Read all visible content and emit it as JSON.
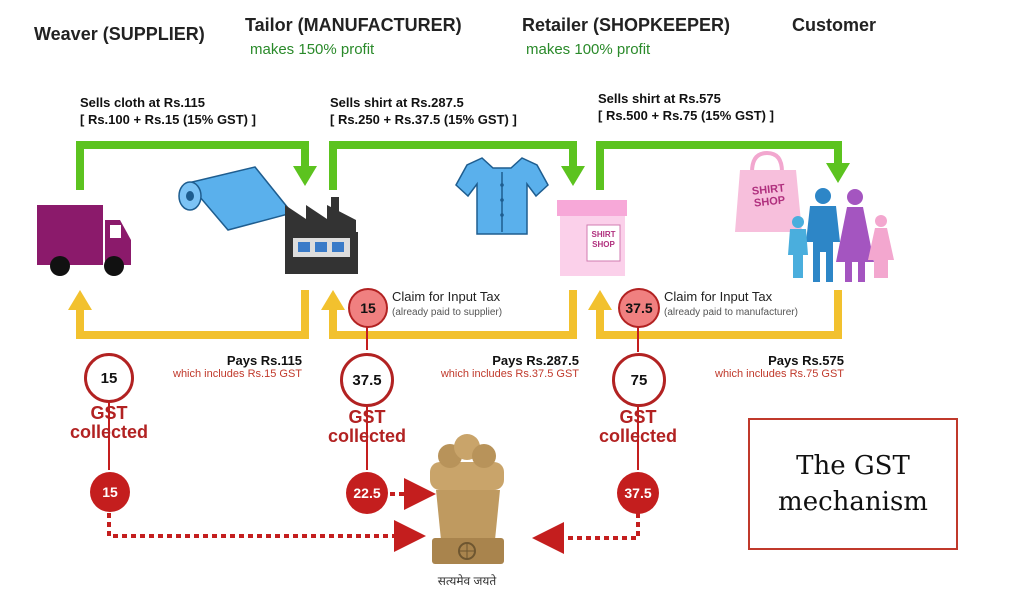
{
  "columns": [
    {
      "title": "Weaver (SUPPLIER)",
      "profit": ""
    },
    {
      "title": "Tailor (MANUFACTURER)",
      "profit": "makes 150% profit"
    },
    {
      "title": "Retailer (SHOPKEEPER)",
      "profit": "makes 100% profit"
    },
    {
      "title": "Customer",
      "profit": ""
    }
  ],
  "sales": [
    {
      "line1": "Sells cloth at Rs.115",
      "line2": "[ Rs.100 + Rs.15 (15% GST) ]"
    },
    {
      "line1": "Sells shirt at Rs.287.5",
      "line2": "[ Rs.250 + Rs.37.5 (15% GST) ]"
    },
    {
      "line1": "Sells shirt at Rs.575",
      "line2": "[ Rs.500 + Rs.75 (15% GST) ]"
    }
  ],
  "payments": [
    {
      "pays": "Pays Rs.115",
      "includes": "which includes Rs.15 GST"
    },
    {
      "pays": "Pays Rs.287.5",
      "includes": "which includes Rs.37.5 GST"
    },
    {
      "pays": "Pays Rs.575",
      "includes": "which includes Rs.75 GST"
    }
  ],
  "claims": [
    {
      "value": "15",
      "label": "Claim for Input Tax",
      "note": "(already paid to supplier)"
    },
    {
      "value": "37.5",
      "label": "Claim for Input Tax",
      "note": "(already paid to manufacturer)"
    }
  ],
  "gst_collected": [
    {
      "value": "15",
      "label1": "GST",
      "label2": "collected",
      "to_govt": "15"
    },
    {
      "value": "37.5",
      "label1": "GST",
      "label2": "collected",
      "to_govt": "22.5"
    },
    {
      "value": "75",
      "label1": "GST",
      "label2": "collected",
      "to_govt": "37.5"
    }
  ],
  "shop_sign": {
    "line1": "SHIRT",
    "line2": "SHOP"
  },
  "emblem_motto": "सत्यमेव जयते",
  "title_box": {
    "line1": "The GST",
    "line2": "mechanism"
  },
  "colors": {
    "green_arrow": "#5cc31f",
    "yellow_arrow": "#f2c12e",
    "red": "#c41e1e",
    "truck": "#8b1a6b",
    "shop_pink": "#f7a8d8"
  },
  "icons": [
    "truck-icon",
    "cloth-roll-icon",
    "factory-icon",
    "shirt-icon",
    "shop-icon",
    "shopping-bag-icon",
    "family-icon",
    "national-emblem-icon"
  ]
}
